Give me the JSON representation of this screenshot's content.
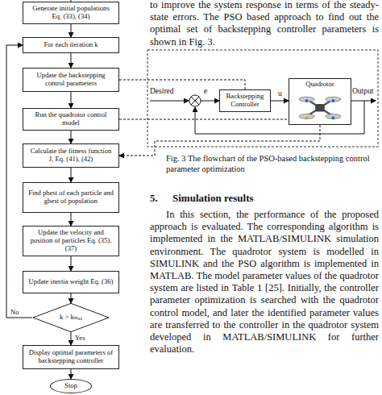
{
  "diagram": {
    "caption": "Fig. 3 The flowchart of the PSO-based backstepping control parameter optimization",
    "nodes": [
      {
        "text": [
          "Generate initial populations Eq. (33), (34)"
        ]
      },
      {
        "text": [
          "For each iteration k"
        ]
      },
      {
        "text": [
          "Update the backstepping control parameters"
        ]
      },
      {
        "text": [
          "Run the quadrotor control model"
        ]
      },
      {
        "text": [
          "Calculate the fitness function J, Eq. (41), (42)"
        ]
      },
      {
        "text": [
          "Find pbest of each particle and gbest of population"
        ]
      },
      {
        "text": [
          "Update the velocity and position of particles Eq. (35), (37)"
        ]
      },
      {
        "text": [
          "Update inertia weight Eq. (36)"
        ]
      },
      {
        "text": [
          "k > kₘₐₓ"
        ]
      },
      {
        "text": [
          "Display optimal parameters of backstepping controller"
        ]
      },
      {
        "text": [
          "Stop"
        ]
      },
      {
        "text": [
          "Backstepping Controller"
        ]
      },
      {
        "text": [
          "Quadrotor"
        ]
      }
    ],
    "edges": [
      {
        "from": 0,
        "to": 1,
        "arrow": "to"
      },
      {
        "from": 1,
        "to": 2,
        "arrow": "to"
      },
      {
        "from": 2,
        "to": 3,
        "arrow": "to"
      },
      {
        "from": 3,
        "to": 4,
        "arrow": "to"
      },
      {
        "from": 4,
        "to": 5,
        "arrow": "to"
      },
      {
        "from": 5,
        "to": 6,
        "arrow": "to"
      },
      {
        "from": 6,
        "to": 7,
        "arrow": "to"
      },
      {
        "from": 7,
        "to": 8,
        "arrow": "to"
      },
      {
        "from": 8,
        "to": 9,
        "arrow": "to",
        "label": "Yes"
      },
      {
        "from": 8,
        "to": 1,
        "arrow": "to",
        "label": "No"
      },
      {
        "from": 9,
        "to": 10,
        "arrow": "to"
      },
      {
        "from": 2,
        "to": 11,
        "arrow": "none"
      },
      {
        "from": 3,
        "to": 12,
        "arrow": "none"
      },
      {
        "from": 11,
        "to": 12,
        "arrow": "to",
        "label": "u"
      },
      {
        "from": 12,
        "to": 4,
        "arrow": "to"
      }
    ],
    "labels": [
      "to improve the system response in terms of the steady-state errors. The PSO based approach to find out the optimal set of backstepping controller parameters is shown in Fig. 3.",
      "Desired",
      "e",
      "Output",
      "5.",
      "Simulation results",
      "In this section, the performance of the proposed approach is evaluated. The corresponding algorithm is implemented in the MATLAB/SIMULINK simulation environment. The quadrotor system is modelled in SIMULINK and the PSO algorithm is implemented in MATLAB. The model parameter values of the quadrotor system are listed in Table 1 [25]. Initially, the controller parameter optimization is searched with the quadrotor control model, and later the identified parameter values are transferred to the controller in the quadrotor system developed in MATLAB/SIMULINK for further evaluation."
    ]
  }
}
